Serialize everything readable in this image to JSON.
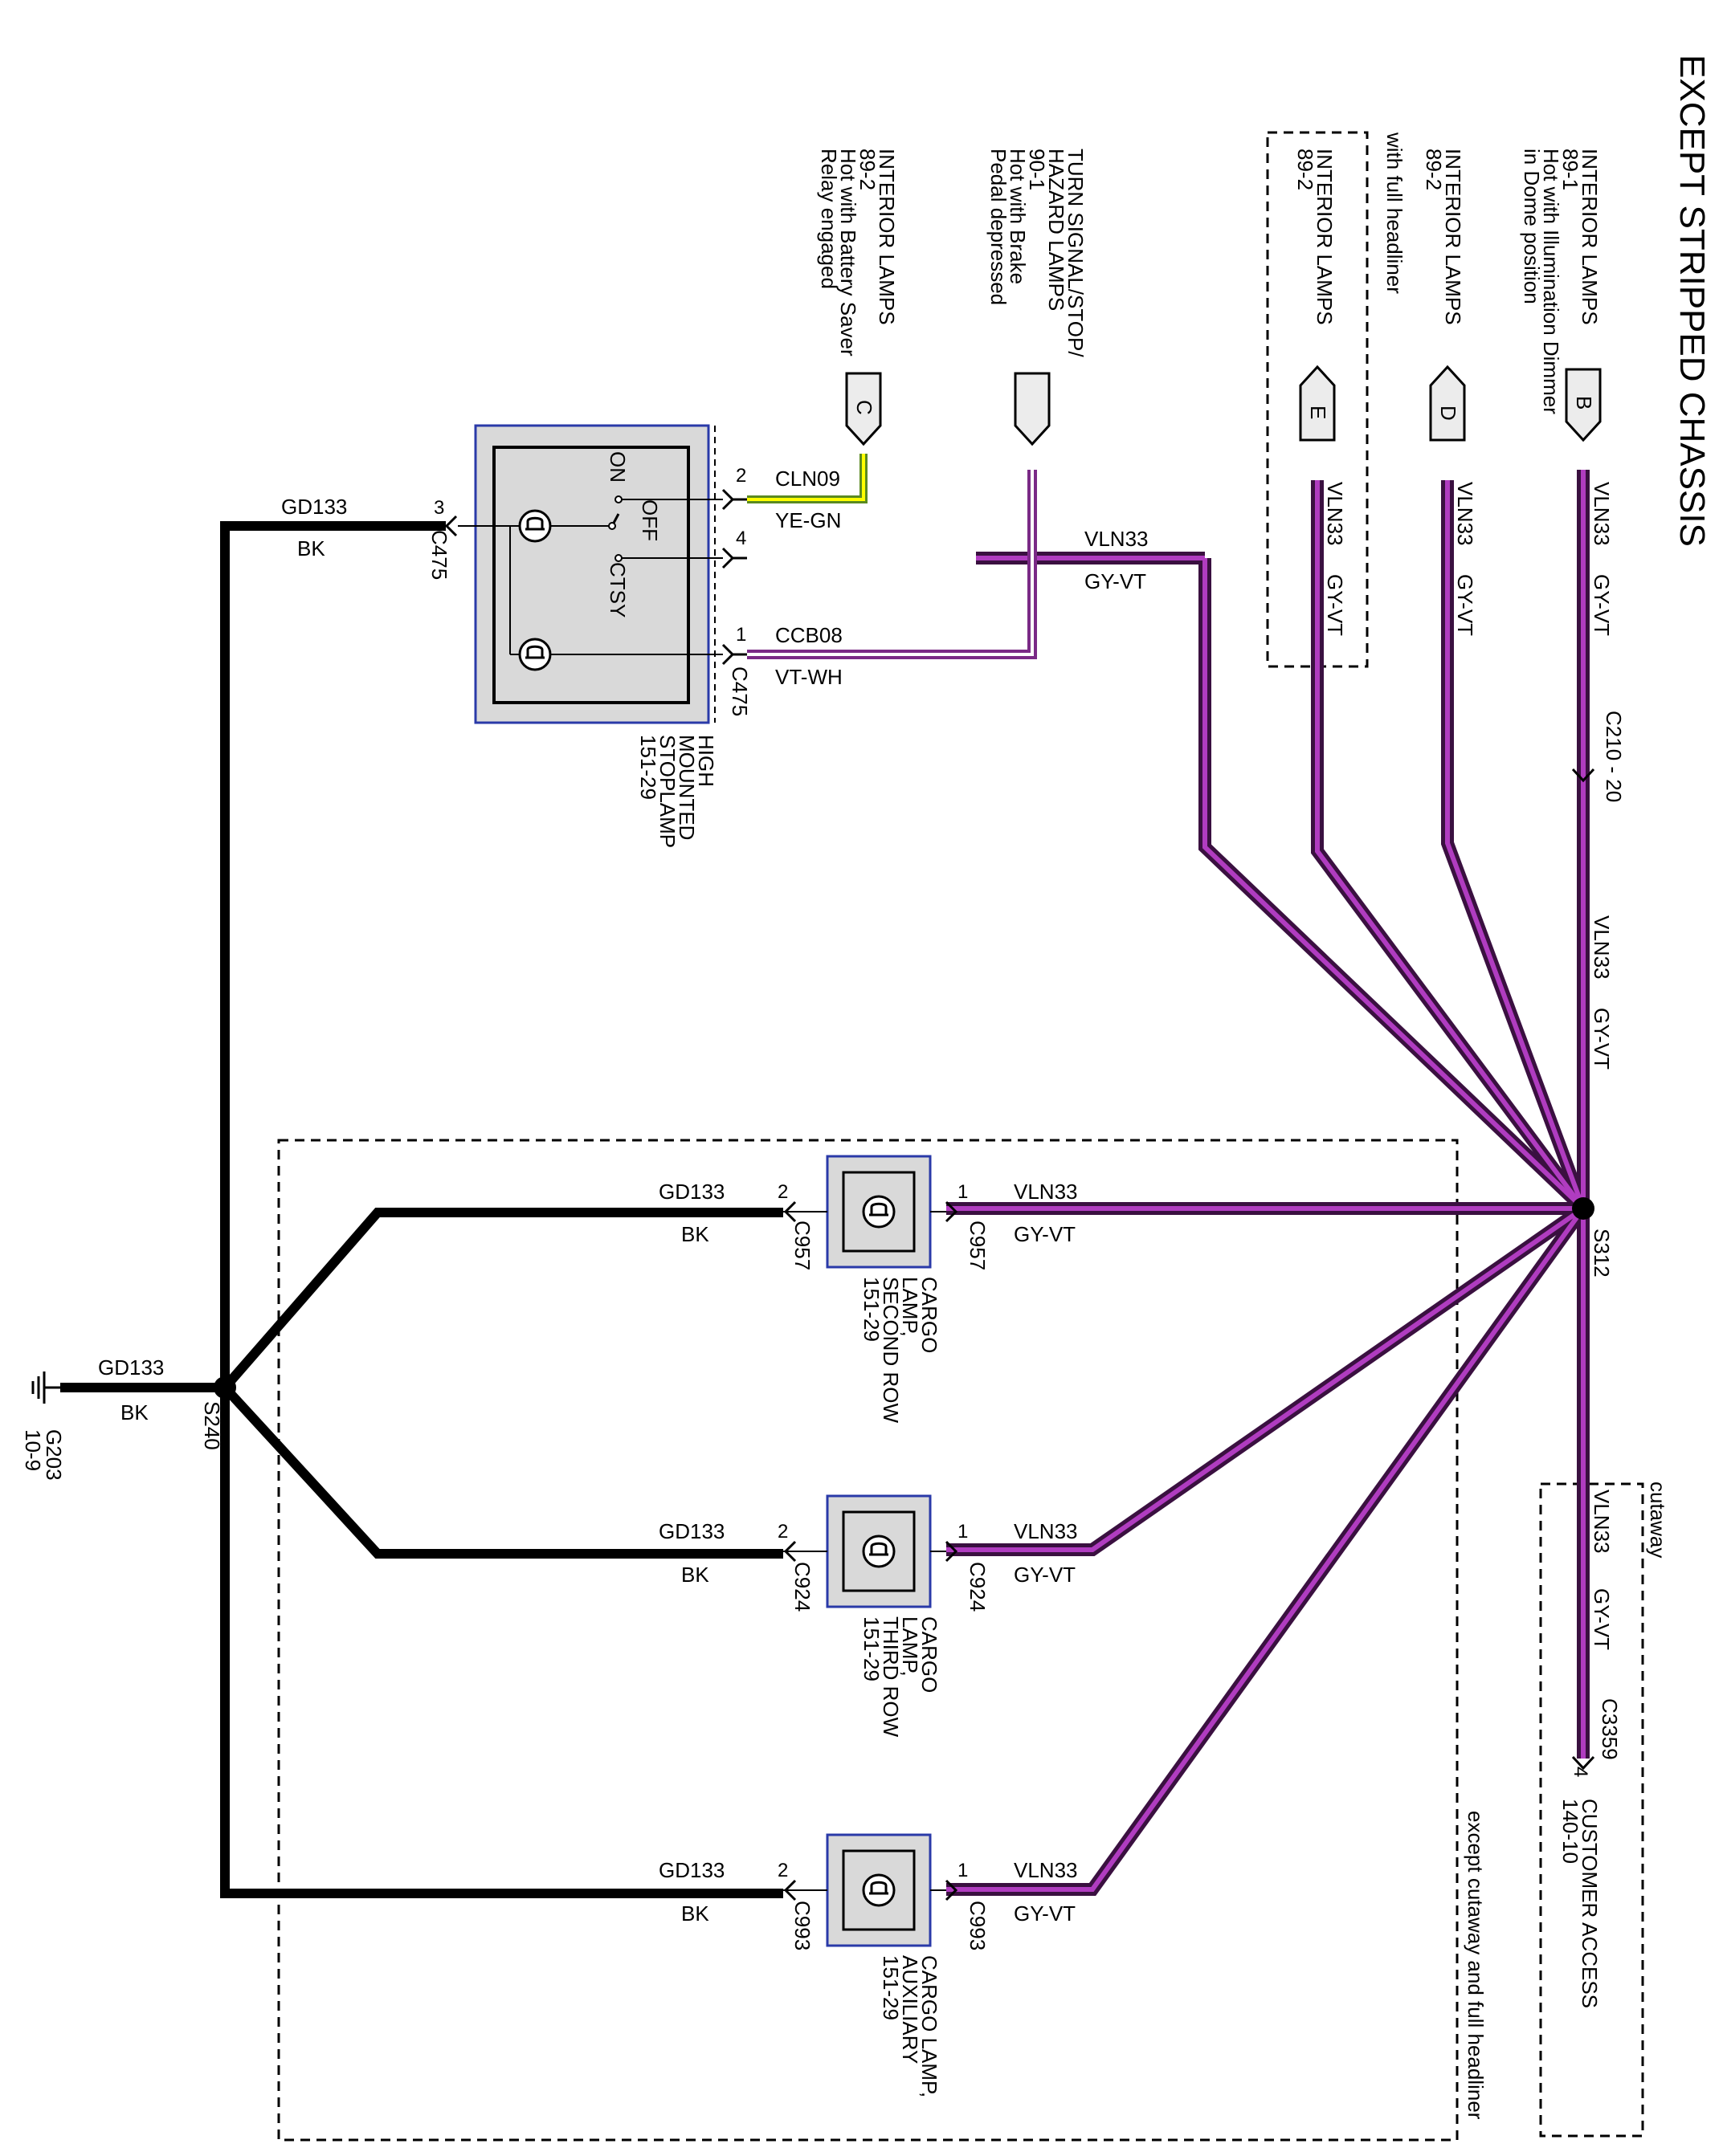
{
  "title": "EXCEPT STRIPPED CHASSIS",
  "colors": {
    "power_wire": "#7a2a86",
    "power_stripe": "#ff00ff",
    "ground_wire": "#000000",
    "battery_saver_wire": "#ffff00",
    "box_border": "#2a3aa8",
    "box_fill": "#d9d9d9"
  },
  "sources": {
    "B": {
      "letter": "B",
      "lines": [
        "INTERIOR LAMPS",
        "89-1",
        "Hot with Illumination Dimmer",
        "in Dome position"
      ]
    },
    "D": {
      "letter": "D",
      "lines": [
        "INTERIOR LAMPS",
        "89-2"
      ],
      "note": "with full headliner"
    },
    "E": {
      "letter": "E",
      "lines": [
        "INTERIOR LAMPS",
        "89-2"
      ]
    },
    "turn": {
      "lines": [
        "TURN SIGNAL/STOP/",
        "HAZARD LAMPS",
        "90-1",
        "Hot with Brake",
        "Pedal depressed"
      ]
    },
    "C": {
      "letter": "C",
      "lines": [
        "INTERIOR LAMPS",
        "89-2",
        "Hot with Battery Saver",
        "Relay engaged"
      ]
    }
  },
  "wires": {
    "vln33": {
      "circuit": "VLN33",
      "color": "GY-VT"
    },
    "gd133": {
      "circuit": "GD133",
      "color": "BK"
    },
    "cln09": {
      "circuit": "CLN09",
      "color": "YE-GN"
    },
    "ccb08": {
      "circuit": "CCB08",
      "color": "VT-WH"
    }
  },
  "connectors": {
    "c210": "C210 - 20",
    "c3359": "C3359",
    "c3359_pin": "4",
    "c475": "C475",
    "c957": "C957",
    "c924": "C924",
    "c993": "C993"
  },
  "splices": {
    "s312": "S312",
    "s240": "S240"
  },
  "ground": {
    "name": "G203",
    "page": "10-9"
  },
  "cutaway_label": "cutaway",
  "except_label": "except cutaway and full headliner",
  "customer_access": [
    "CUSTOMER ACCESS",
    "140-10"
  ],
  "stoplamp": {
    "name": [
      "HIGH",
      "MOUNTED",
      "STOPLAMP",
      "151-29"
    ],
    "pins": {
      "p2": "2",
      "p4": "4",
      "p1": "1",
      "p3": "3"
    },
    "switch": {
      "on": "ON",
      "off": "OFF",
      "ctsy": "CTSY"
    }
  },
  "cargo_lamps": [
    {
      "name": [
        "CARGO",
        "LAMP,",
        "SECOND ROW",
        "151-29"
      ],
      "connector": "C957",
      "pin_power": "1",
      "pin_ground": "2"
    },
    {
      "name": [
        "CARGO",
        "LAMP,",
        "THIRD ROW",
        "151-29"
      ],
      "connector": "C924",
      "pin_power": "1",
      "pin_ground": "2"
    },
    {
      "name": [
        "CARGO LAMP,",
        "AUXILIARY",
        "151-29"
      ],
      "connector": "C993",
      "pin_power": "1",
      "pin_ground": "2"
    }
  ]
}
